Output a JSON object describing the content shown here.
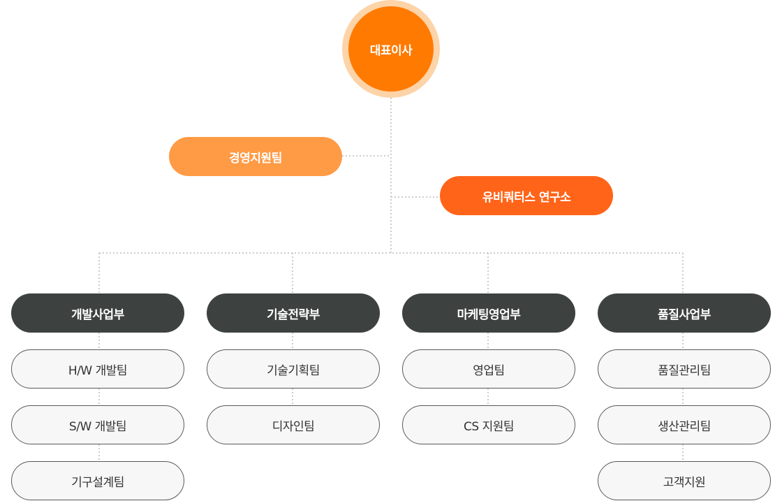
{
  "ceo": {
    "label": "대표이사"
  },
  "management_support": {
    "label": "경영지원팀"
  },
  "research_lab": {
    "label": "유비쿼터스 연구소"
  },
  "colors": {
    "ceo": "#ff7a00",
    "ceo_ring": "#fdd3a8",
    "management_support": "#ff9a45",
    "research_lab": "#ff6419",
    "department": "#3d4241",
    "team_fill": "#f7f7f7",
    "team_border": "#5a5a5a",
    "connector": "#cccccc"
  },
  "departments": [
    {
      "label": "개발사업부",
      "teams": [
        "H/W 개발팀",
        "S/W 개발팀",
        "기구설계팀"
      ]
    },
    {
      "label": "기술전략부",
      "teams": [
        "기술기획팀",
        "디자인팀"
      ]
    },
    {
      "label": "마케팅영업부",
      "teams": [
        "영업팀",
        "CS 지원팀"
      ]
    },
    {
      "label": "품질사업부",
      "teams": [
        "품질관리팀",
        "생산관리팀",
        "고객지원"
      ]
    }
  ]
}
